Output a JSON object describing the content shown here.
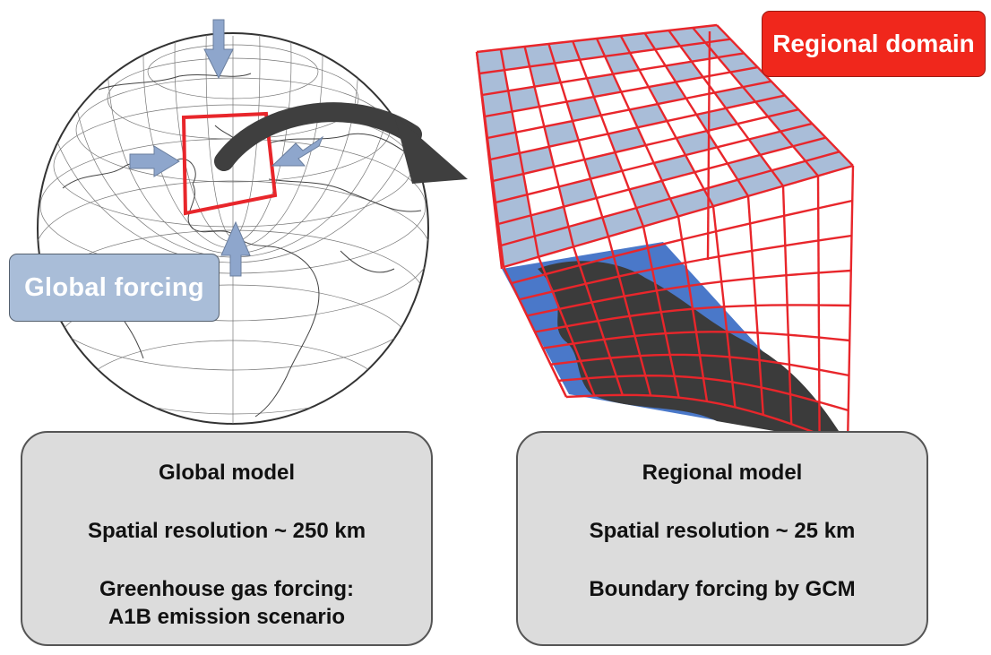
{
  "global_forcing_label": "Global forcing",
  "regional_domain_label": "Regional domain",
  "global_model": {
    "title": "Global model",
    "resolution": "Spatial resolution ~ 250 km",
    "forcing_line1": "Greenhouse gas forcing:",
    "forcing_line2": "A1B emission scenario"
  },
  "regional_model": {
    "title": "Regional model",
    "resolution": "Spatial resolution ~ 25 km",
    "forcing": "Boundary forcing by GCM"
  },
  "colors": {
    "grid_red": "#e8262b",
    "arrow_blue": "#8ea6cc",
    "cell_blue": "#a9bdd8",
    "ocean_blue": "#4a78c9",
    "land_dark": "#3b3b3b",
    "curve_arrow": "#3f3f3f"
  }
}
